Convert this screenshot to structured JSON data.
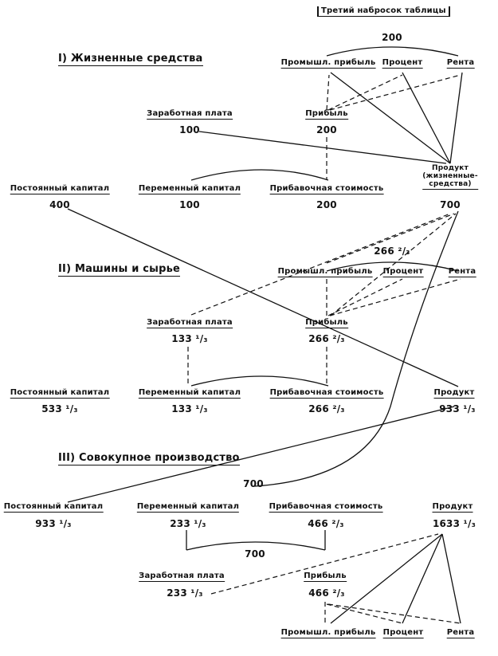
{
  "title": "Третий набросок таблицы",
  "s1": {
    "heading": "I) Жизненные средства",
    "sum_top": "200",
    "prom": "Промышл. прибыль",
    "procent": "Процент",
    "renta": "Рента",
    "wage_label": "Заработная плата",
    "wage_val": "100",
    "profit_label": "Прибыль",
    "profit_val": "200",
    "const_label": "Постоянный капитал",
    "const_val": "400",
    "var_label": "Переменный капитал",
    "var_val": "100",
    "surplus_label": "Прибавочная стоимость",
    "surplus_val": "200",
    "product_label_1": "Продукт",
    "product_label_2": "(жизненные-",
    "product_label_3": "средства)",
    "product_val": "700"
  },
  "s2": {
    "heading": "II) Машины и сырье",
    "sum_top": "266 ²/₃",
    "prom": "Промышл. прибыль",
    "procent": "Процент",
    "renta": "Рента",
    "wage_label": "Заработная плата",
    "wage_val": "133 ¹/₃",
    "profit_label": "Прибыль",
    "profit_val": "266 ²/₃",
    "const_label": "Постоянный капитал",
    "const_val": "533 ¹/₃",
    "var_label": "Переменный капитал",
    "var_val": "133 ¹/₃",
    "surplus_label": "Прибавочная стоимость",
    "surplus_val": "266 ²/₃",
    "product_label": "Продукт",
    "product_val": "933 ¹/₃"
  },
  "s3": {
    "heading": "III) Совокупное производство",
    "sum_top": "700",
    "const_label": "Постоянный капитал",
    "const_val": "933 ¹/₃",
    "var_label": "Переменный капитал",
    "var_val": "233 ¹/₃",
    "surplus_label": "Прибавочная стоимость",
    "surplus_val": "466 ²/₃",
    "product_label": "Продукт",
    "product_val": "1633 ¹/₃",
    "sum_mid": "700",
    "wage_label": "Заработная плата",
    "wage_val": "233 ¹/₃",
    "profit_label": "Прибыль",
    "profit_val": "466 ²/₃",
    "prom": "Промышл. прибыль",
    "procent": "Процент",
    "renta": "Рента"
  }
}
